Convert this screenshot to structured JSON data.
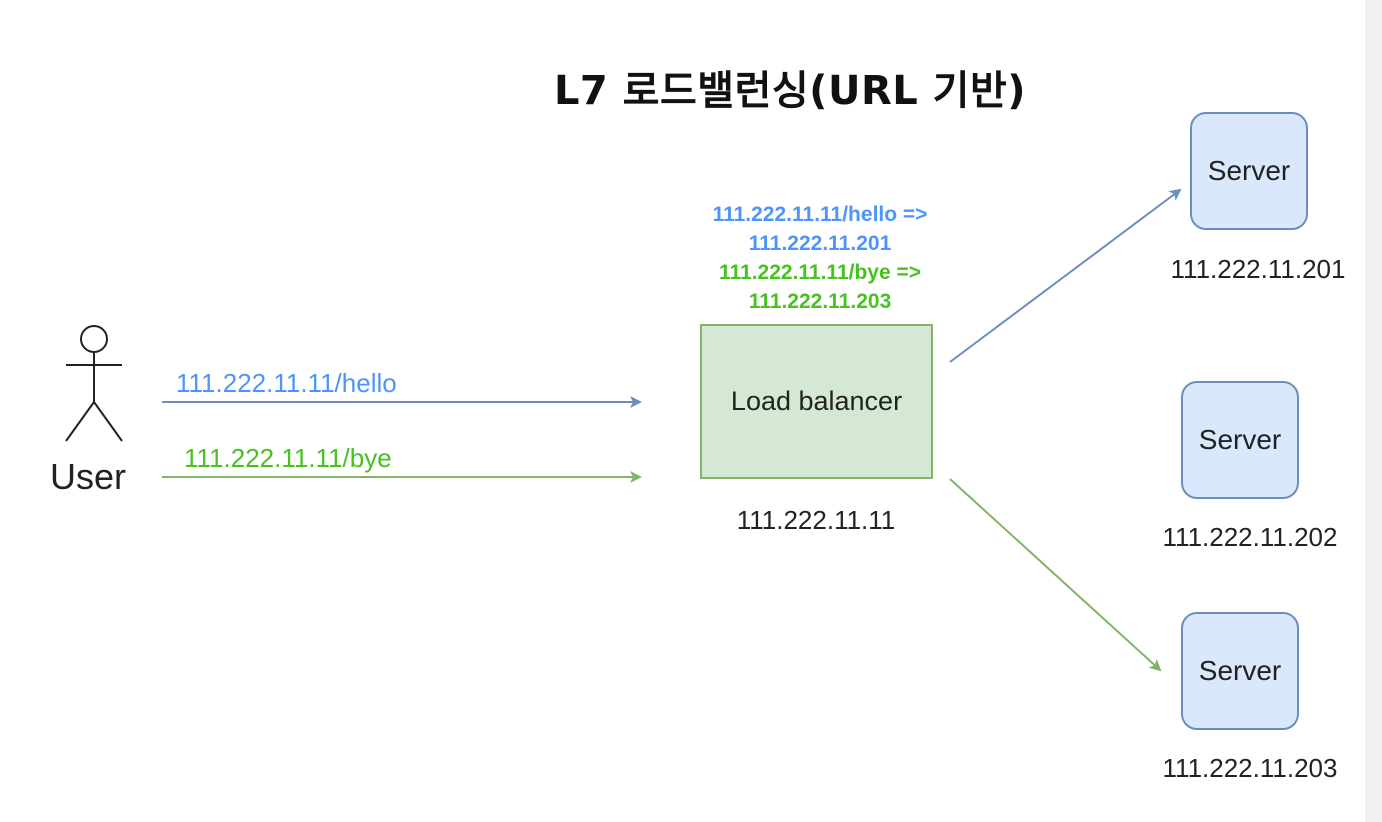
{
  "title": "L7 로드밸런싱(URL 기반)",
  "user": {
    "label": "User"
  },
  "requests": [
    {
      "text": "111.222.11.11/hello",
      "color": "#4d94ff"
    },
    {
      "text": "111.222.11.11/bye",
      "color": "#47c21f"
    }
  ],
  "routing_rules": [
    {
      "line1": "111.222.11.11/hello =>",
      "line2": "111.222.11.201",
      "color": "#4d94ff"
    },
    {
      "line1": "111.222.11.11/bye =>",
      "line2": "111.222.11.203",
      "color": "#47c21f"
    }
  ],
  "load_balancer": {
    "label": "Load balancer",
    "ip": "111.222.11.11"
  },
  "servers": [
    {
      "label": "Server",
      "ip": "111.222.11.201"
    },
    {
      "label": "Server",
      "ip": "111.222.11.202"
    },
    {
      "label": "Server",
      "ip": "111.222.11.203"
    }
  ],
  "colors": {
    "blue_edge": "#6c8ebf",
    "green_edge": "#82b366",
    "lb_fill": "#d5e8d4",
    "server_fill": "#dae8fc"
  }
}
